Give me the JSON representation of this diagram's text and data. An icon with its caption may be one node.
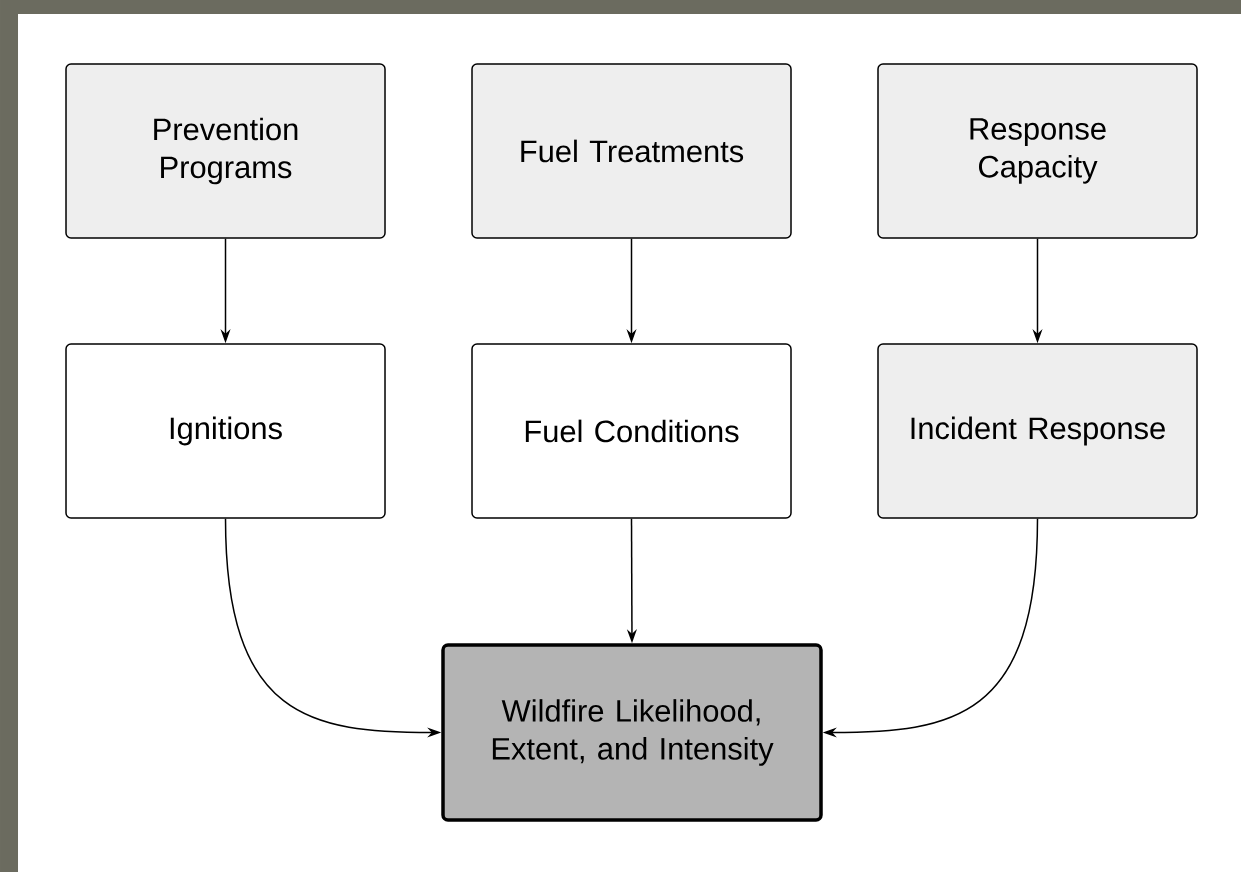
{
  "diagram": {
    "nodes": [
      {
        "text": [
          "Prevention Programs"
        ]
      },
      {
        "text": [
          "Fuel Treatments"
        ]
      },
      {
        "text": [
          "Response Capacity"
        ]
      },
      {
        "text": [
          "Ignitions"
        ]
      },
      {
        "text": [
          "Fuel Conditions"
        ]
      },
      {
        "text": [
          "Incident Response"
        ]
      },
      {
        "text": [
          "Wildfire Likelihood, Extent, and Intensity"
        ]
      }
    ],
    "edges": [
      {
        "from": 0,
        "to": 3,
        "arrow": "to"
      },
      {
        "from": 1,
        "to": 4,
        "arrow": "to"
      },
      {
        "from": 2,
        "to": 5,
        "arrow": "to"
      },
      {
        "from": 3,
        "to": 6,
        "arrow": "to"
      },
      {
        "from": 4,
        "to": 6,
        "arrow": "to"
      },
      {
        "from": 5,
        "to": 6,
        "arrow": "to"
      }
    ]
  }
}
